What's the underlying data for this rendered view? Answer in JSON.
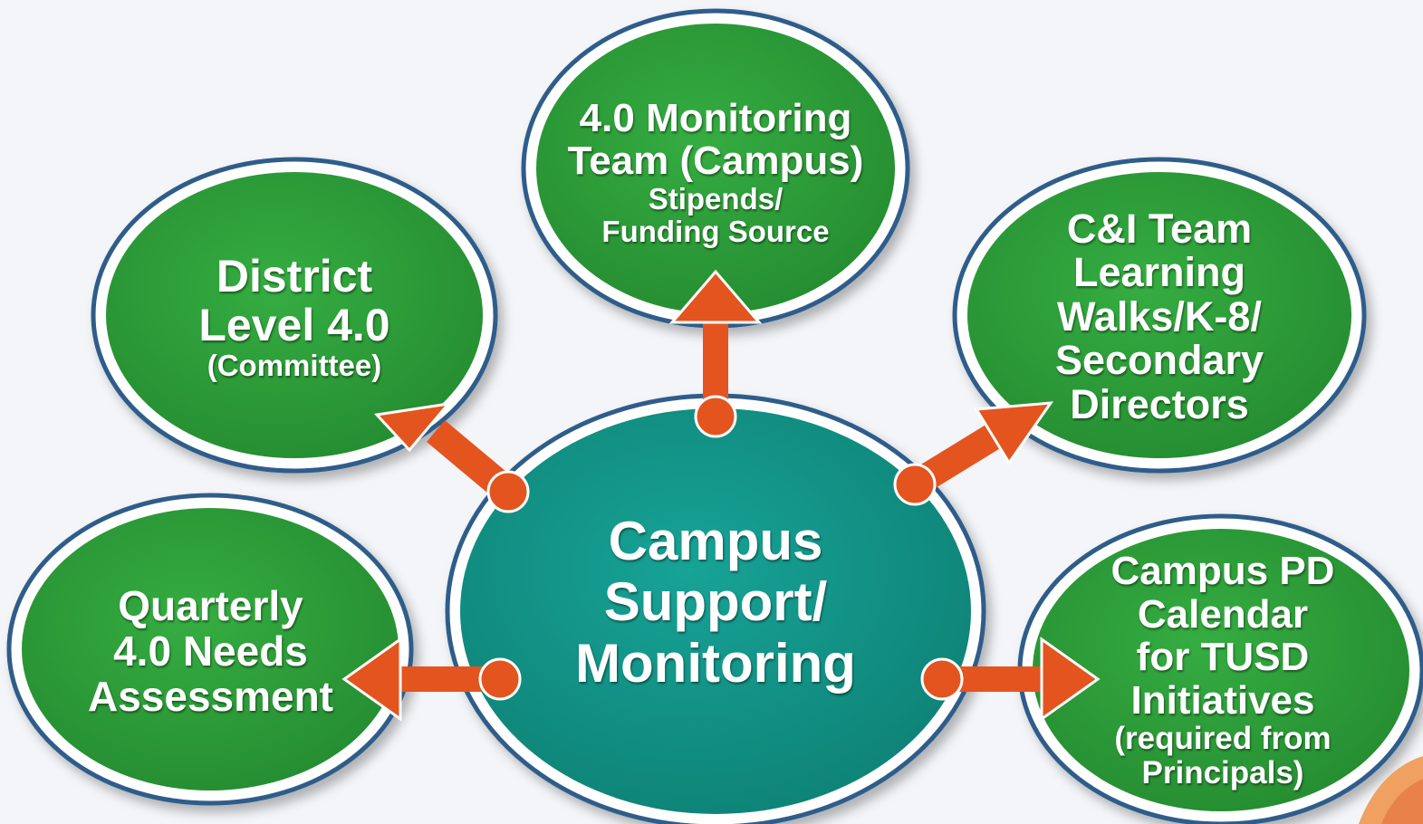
{
  "colors": {
    "bubble_green": "#2f9e3a",
    "bubble_edge": "#2f5d8a",
    "center_teal": "#13968a",
    "arrow": "#e4541f",
    "background": "#f3f5f8"
  },
  "center": {
    "lines": [
      "Campus",
      "Support/",
      "Monitoring"
    ]
  },
  "nodes": {
    "monitoring_team": {
      "title_lines": [
        "4.0 Monitoring",
        "Team (Campus)"
      ],
      "sub_lines": [
        "Stipends/",
        "Funding Source"
      ]
    },
    "district_level": {
      "title_lines": [
        "District",
        "Level 4.0"
      ],
      "sub_lines": [
        "(Committee)"
      ]
    },
    "ci_team": {
      "title_lines": [
        "C&I Team",
        "Learning",
        "Walks/K-8/",
        "Secondary",
        "Directors"
      ]
    },
    "quarterly": {
      "title_lines": [
        "Quarterly",
        "4.0 Needs",
        "Assessment"
      ]
    },
    "campus_pd": {
      "title_lines": [
        "Campus PD",
        "Calendar",
        "for TUSD",
        "Initiatives"
      ],
      "sub_lines": [
        "(required from",
        "Principals)"
      ]
    }
  }
}
